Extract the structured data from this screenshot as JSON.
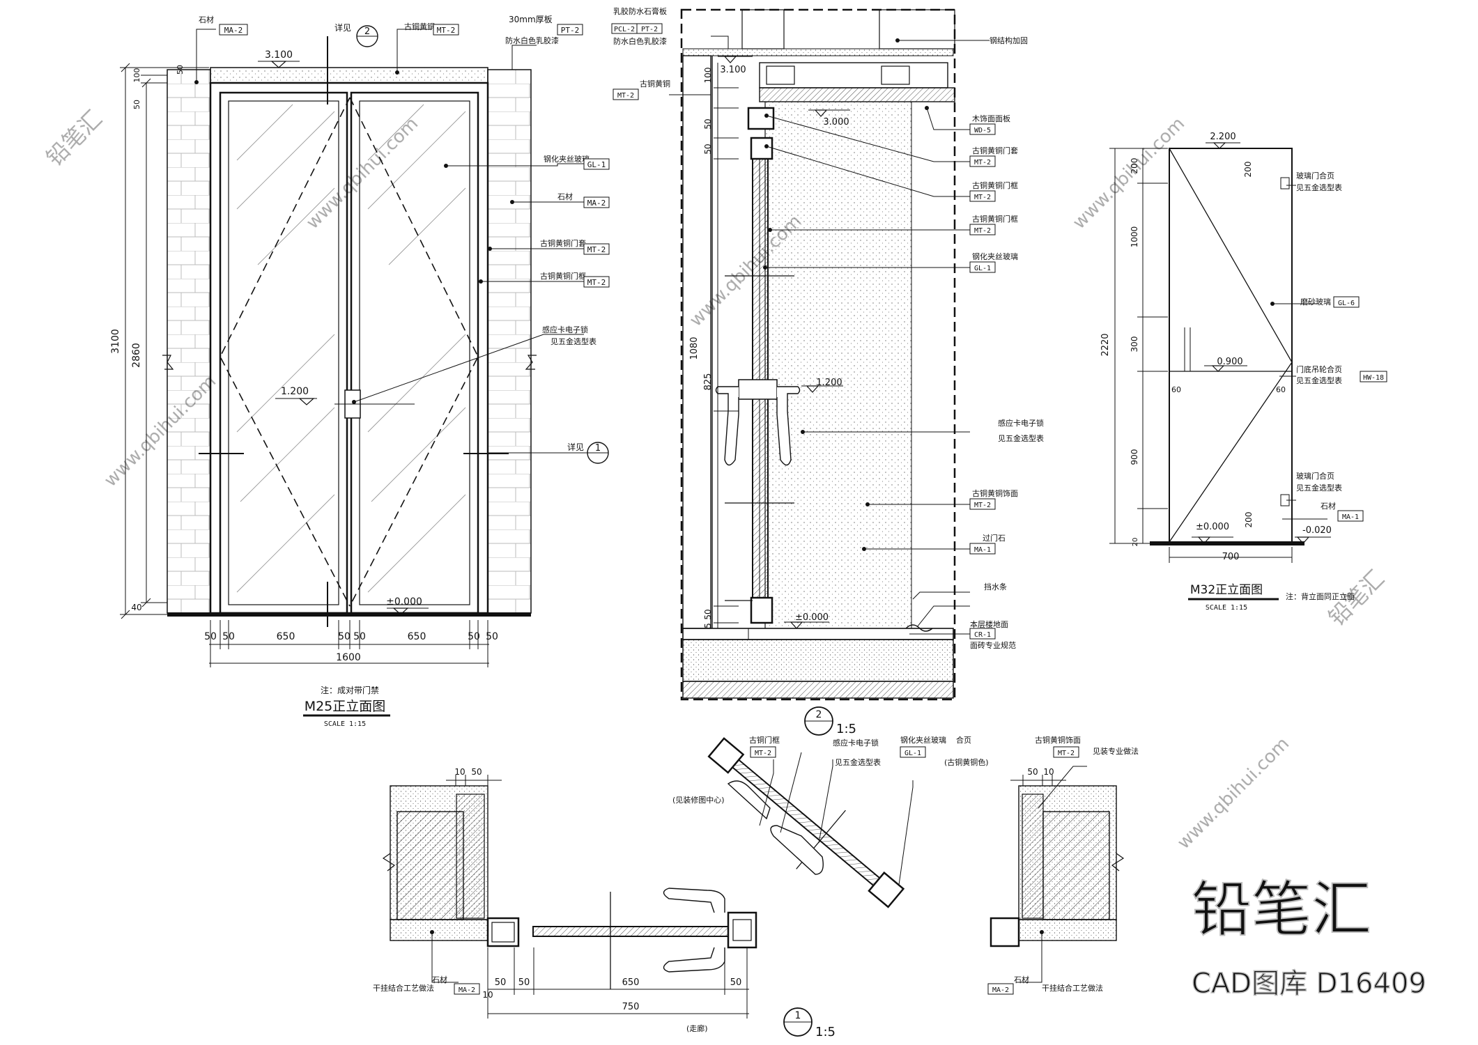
{
  "m25": {
    "tags": {
      "stone_top": "MA-2",
      "metal_top": "MT-2",
      "paint_top": "PT-2",
      "glass": "GL-1",
      "stone_right": "MA-2",
      "frame1": "MT-2",
      "frame2": "MT-2"
    },
    "notes": {
      "stone_top": "石材",
      "see_section": "详见",
      "metal_top": "古铜黄铜",
      "board": "30mm厚板",
      "paint": "防水白色乳胶漆",
      "glass": "钢化夹丝玻璃",
      "stone_right": "石材",
      "frame1": "古铜黄铜门套",
      "frame2": "古铜黄铜门框",
      "lock1": "感应卡电子锁",
      "lock2": "见五金选型表",
      "see_right": "详见"
    },
    "callouts": {
      "top": "2",
      "right": "1"
    },
    "levels": {
      "top": "3.100",
      "handle": "1.200",
      "floor": "±0.000"
    },
    "dims_left": [
      "3100",
      "2860",
      "50",
      "100",
      "50",
      "40"
    ],
    "dims_bottom": [
      "50",
      "50",
      "650",
      "50",
      "50",
      "650",
      "50",
      "50"
    ],
    "total_width": "1600",
    "note": "注：成对带门禁",
    "title": "M25正立面图",
    "scale": "SCALE  1:15"
  },
  "section2": {
    "tags": {
      "pcl": "PCL-2",
      "pt": "PT-2",
      "mt_left_a": "MT-2",
      "wd": "WD-5",
      "mt1": "MT-2",
      "mt2": "MT-2",
      "mt3": "MT-2",
      "gl": "GL-1",
      "mt4": "MT-2",
      "ma": "MA-1",
      "cr": "CR-1"
    },
    "notes": {
      "ceiling1": "乳胶防水石膏板",
      "ceiling2": "防水白色乳胶漆",
      "left_a": "古铜黄铜",
      "steel": "钢结构加固",
      "wd": "木饰面面板",
      "mt1": "古铜黄铜门套",
      "mt2": "古铜黄铜门框",
      "mt3": "古铜黄铜门框",
      "gl": "钢化夹丝玻璃",
      "lock1": "感应卡电子锁",
      "lock2": "见五金选型表",
      "mt4": "古铜黄铜饰面",
      "ma": "过门石",
      "waterstop": "挡水条",
      "cr1": "本层楼地面",
      "cr2": "面砖专业规范"
    },
    "levels": {
      "top": "3.100",
      "ceiling": "3.000",
      "handle": "1.200",
      "floor": "±0.000"
    },
    "dims": [
      "100",
      "50",
      "50",
      "1080",
      "825",
      "50",
      "5"
    ],
    "callout": "2",
    "scale": "1:5"
  },
  "m32": {
    "tags": {
      "gl": "GL-6",
      "hw": "HW-18",
      "ma": "MA-1"
    },
    "notes": {
      "hinge1a": "玻璃门合页",
      "hinge1b": "见五金选型表",
      "glass": "磨砂玻璃",
      "door1": "门底吊轮合页",
      "door2": "见五金选型表",
      "hinge2a": "玻璃门合页",
      "hinge2b": "见五金选型表",
      "stone": "石材",
      "note": "注：背立面同正立面"
    },
    "levels": {
      "top": "2.200",
      "mid": "0.900",
      "floor": "±0.000",
      "low": "-0.020"
    },
    "dims": [
      "200",
      "1000",
      "300",
      "900",
      "200",
      "20",
      "2220",
      "60",
      "60"
    ],
    "width": "700",
    "title": "M32正立面图",
    "scale": "SCALE  1:15"
  },
  "plan1": {
    "tags": {
      "mt_l": "MT-2",
      "gl": "GL-1",
      "mt_r": "MT-2",
      "ma_l": "MA-2",
      "ma_r": "MA-2"
    },
    "notes": {
      "mt_l": "古铜门框",
      "lock1": "感应卡电子锁",
      "lock2": "见五金选型表",
      "gl": "钢化夹丝玻璃",
      "hinge1": "合页",
      "hinge2": "(古铜黄铜色)",
      "mt_r": "古铜黄铜饰面",
      "wall_r": "见装专业做法",
      "center": "(见装修图中心)",
      "corridor": "(走廊)",
      "stone_l": "石材",
      "stone_r": "石材",
      "dry_l": "干挂结合工艺做法",
      "dry_r": "干挂结合工艺做法"
    },
    "dims_tl": [
      "10",
      "50"
    ],
    "dims_tr": [
      "50",
      "10"
    ],
    "dims_bottom": [
      "50",
      "50",
      "650",
      "50"
    ],
    "dims_b2": [
      "10",
      "750"
    ],
    "callout": "1",
    "scale": "1:5"
  },
  "watermark": {
    "big": "铅笔汇",
    "code": "CAD图库 D16409",
    "site": "www.qbihui.com",
    "small": "铅笔汇"
  }
}
